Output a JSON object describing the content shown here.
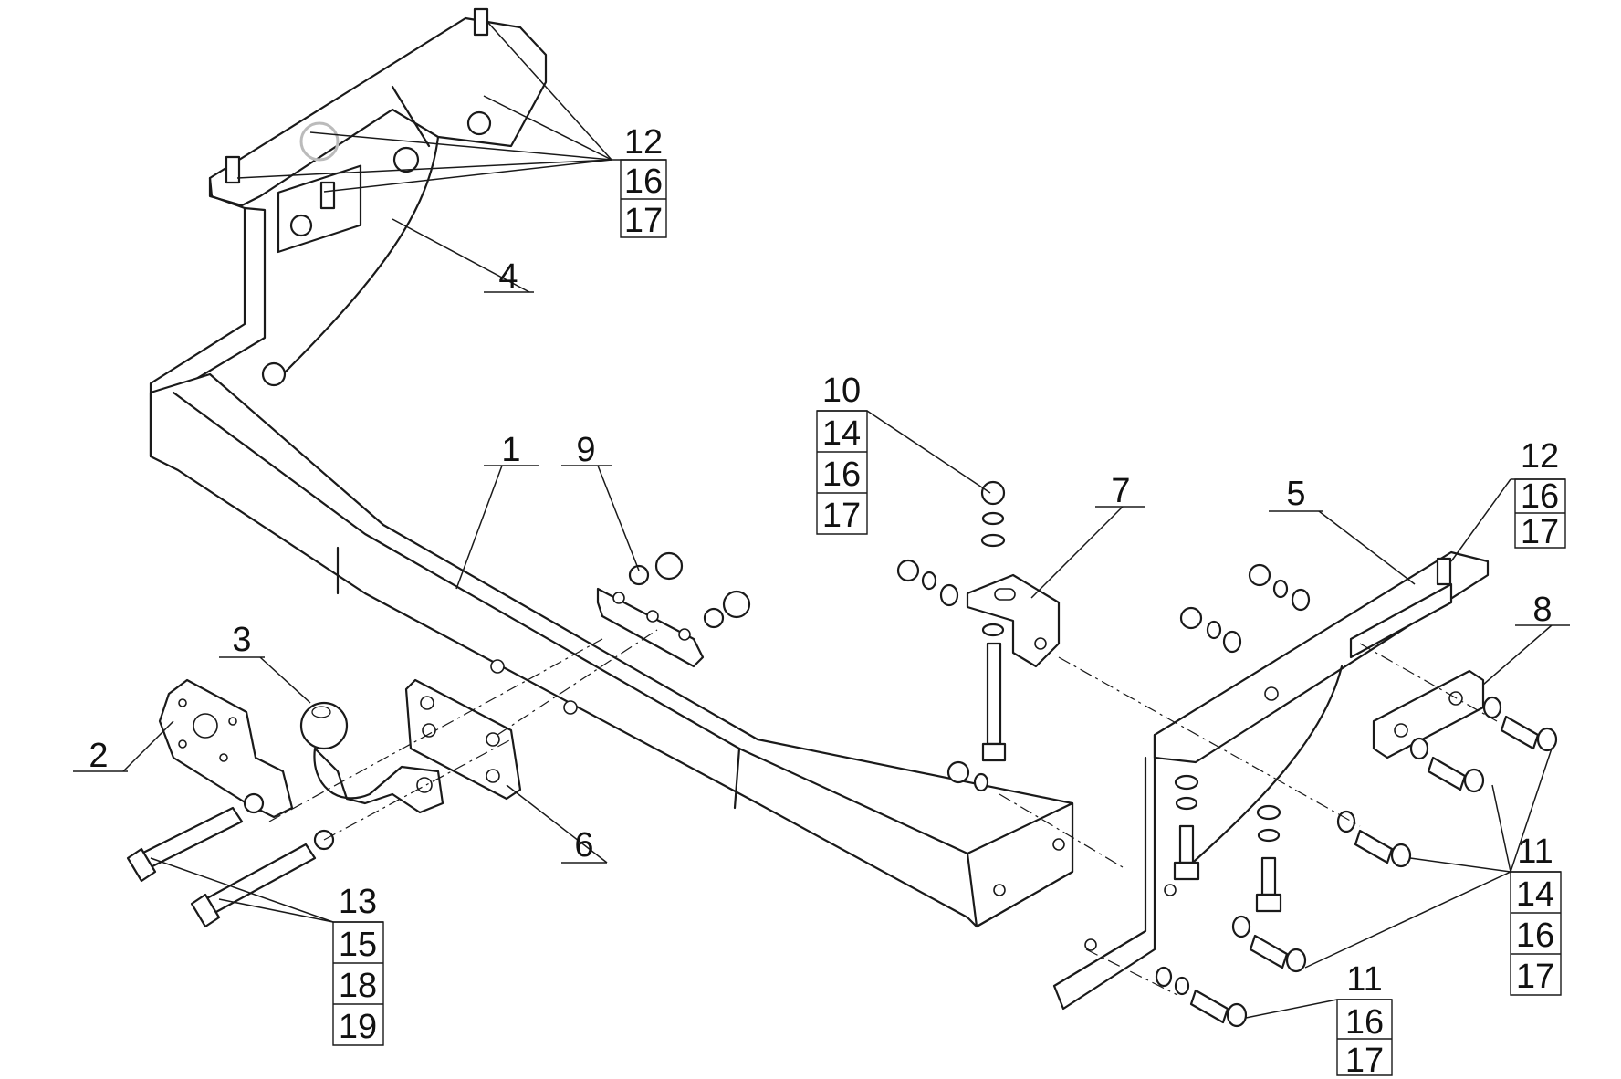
{
  "figure": {
    "callouts": [
      {
        "id": "c1",
        "lines": [
          "1"
        ]
      },
      {
        "id": "c2",
        "lines": [
          "2"
        ]
      },
      {
        "id": "c3",
        "lines": [
          "3"
        ]
      },
      {
        "id": "c4",
        "lines": [
          "4"
        ]
      },
      {
        "id": "c5",
        "lines": [
          "5"
        ]
      },
      {
        "id": "c6",
        "lines": [
          "6"
        ]
      },
      {
        "id": "c7",
        "lines": [
          "7"
        ]
      },
      {
        "id": "c8",
        "lines": [
          "8"
        ]
      },
      {
        "id": "c9",
        "lines": [
          "9"
        ]
      },
      {
        "id": "c10",
        "lines": [
          "10",
          "14",
          "16",
          "17"
        ]
      },
      {
        "id": "c11a",
        "lines": [
          "11",
          "14",
          "16",
          "17"
        ]
      },
      {
        "id": "c11b",
        "lines": [
          "11",
          "16",
          "17"
        ]
      },
      {
        "id": "c12a",
        "lines": [
          "12",
          "16",
          "17"
        ]
      },
      {
        "id": "c12b",
        "lines": [
          "12",
          "16",
          "17"
        ]
      },
      {
        "id": "c13",
        "lines": [
          "13",
          "15",
          "18",
          "19"
        ]
      }
    ]
  }
}
